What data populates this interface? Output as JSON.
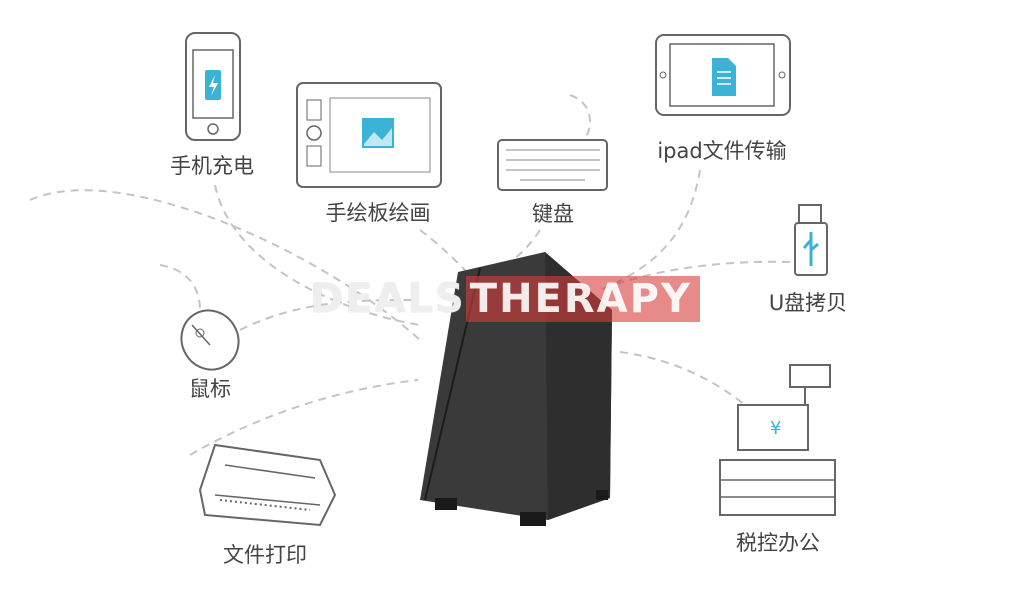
{
  "devices": [
    {
      "id": "phone",
      "label": "手机充电"
    },
    {
      "id": "drawing-tablet",
      "label": "手绘板绘画"
    },
    {
      "id": "keyboard",
      "label": "键盘"
    },
    {
      "id": "ipad",
      "label": "ipad文件传输"
    },
    {
      "id": "usb",
      "label": "U盘拷贝"
    },
    {
      "id": "mouse",
      "label": "鼠标"
    },
    {
      "id": "printer",
      "label": "文件打印"
    },
    {
      "id": "cash-register",
      "label": "税控办公",
      "symbol": "¥"
    }
  ],
  "watermark": {
    "part1": "DEALS",
    "part2": "THERAPY"
  },
  "colors": {
    "accent": "#3bb3d6",
    "line": "#bbbbbb",
    "tower": "#3a3a3a"
  }
}
